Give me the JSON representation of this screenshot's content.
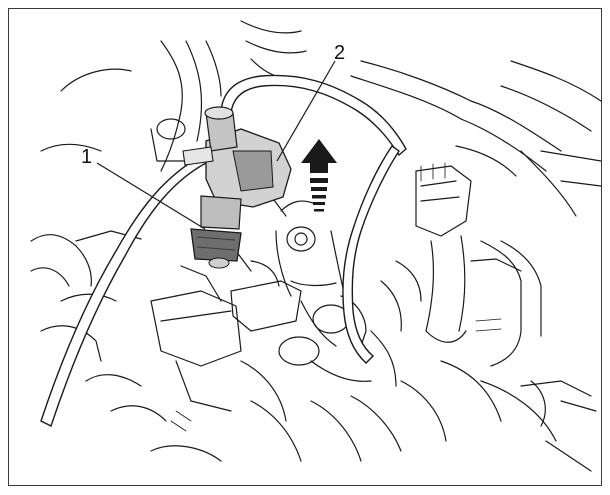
{
  "figure": {
    "callouts": [
      {
        "id": "1",
        "label": "1"
      },
      {
        "id": "2",
        "label": "2"
      }
    ],
    "arrow_direction": "up",
    "colors": {
      "line": "#1a1a1a",
      "part_fill": "#b9b9b9",
      "part_dark": "#6e6e6e",
      "background": "#ffffff"
    }
  }
}
